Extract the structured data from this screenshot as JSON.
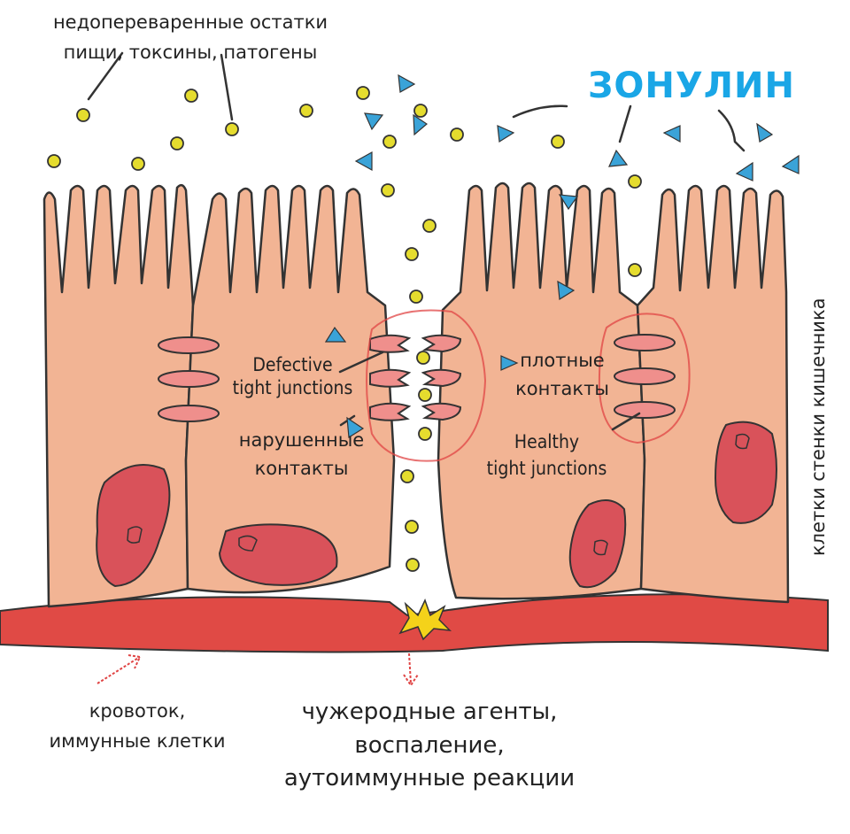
{
  "labels": {
    "top_debris_line1": "недопереваренные остатки",
    "top_debris_line2": "пищи, токсины, патогены",
    "zonulin": "ЗОНУЛИН",
    "defective_en_line1": "Defective",
    "defective_en_line2": "tight junctions",
    "defective_ru_line1": "нарушенные",
    "defective_ru_line2": "контакты",
    "healthy_ru_line1": "плотные",
    "healthy_ru_line2": "контакты",
    "healthy_en_line1": "Healthy",
    "healthy_en_line2": "tight junctions",
    "wall_cells": "клетки стенки кишечника",
    "blood_line1": "кровоток,",
    "blood_line2": "иммунные клетки",
    "result_line1": "чужеродные агенты,",
    "result_line2": "воспаление,",
    "result_line3": "аутоиммунные реакции"
  },
  "colors": {
    "cell_fill": "#f2b494",
    "cell_stroke": "#333333",
    "nucleus_fill": "#d9525a",
    "nucleus_inner": "#e6868a",
    "junction_fill": "#ef8f8c",
    "blood_vessel": "#e04a45",
    "particle_yellow": "#e5dc2e",
    "zonulin_triangle": "#3aa3d8",
    "zonulin_text": "#1aa6e6",
    "highlight_circle": "#e04444",
    "burst": "#f4d21a"
  }
}
